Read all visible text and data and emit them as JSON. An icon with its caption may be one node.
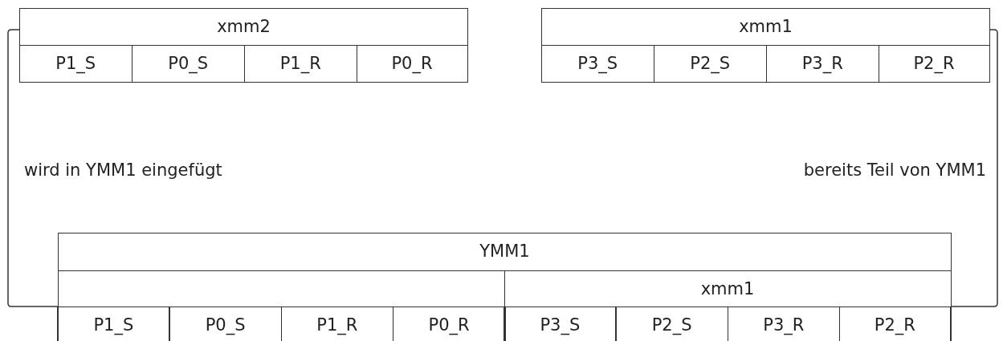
{
  "diagram": {
    "nodes": [
      {
        "text": [
          "xmm2"
        ]
      },
      {
        "text": [
          "P1_S"
        ],
        "in": 0
      },
      {
        "text": [
          "P0_S"
        ],
        "in": 0
      },
      {
        "text": [
          "P1_R"
        ],
        "in": 0
      },
      {
        "text": [
          "P0_R"
        ],
        "in": 0
      },
      {
        "text": [
          "xmm1"
        ]
      },
      {
        "text": [
          "P3_S"
        ],
        "in": 5
      },
      {
        "text": [
          "P2_S"
        ],
        "in": 5
      },
      {
        "text": [
          "P3_R"
        ],
        "in": 5
      },
      {
        "text": [
          "P2_R"
        ],
        "in": 5
      },
      {
        "text": [
          "YMM1"
        ]
      },
      {
        "text": [],
        "shape": "box",
        "in": 10
      },
      {
        "text": [
          "P1_S"
        ],
        "in": 11
      },
      {
        "text": [
          "P0_S"
        ],
        "in": 11
      },
      {
        "text": [
          "P1_R"
        ],
        "in": 11
      },
      {
        "text": [
          "P0_R"
        ],
        "in": 11
      },
      {
        "text": [
          "xmm1"
        ],
        "in": 10
      },
      {
        "text": [
          "P3_S"
        ],
        "in": 16
      },
      {
        "text": [
          "P2_S"
        ],
        "in": 16
      },
      {
        "text": [
          "P3_R"
        ],
        "in": 16
      },
      {
        "text": [
          "P2_R"
        ],
        "in": 16
      }
    ],
    "edges": [
      {
        "from": 0,
        "to": 11,
        "arrow": "none",
        "label": "wird in YMM1 eingefügt"
      },
      {
        "from": 5,
        "to": 16,
        "arrow": "none",
        "label": "bereits Teil von YMM1"
      }
    ]
  }
}
